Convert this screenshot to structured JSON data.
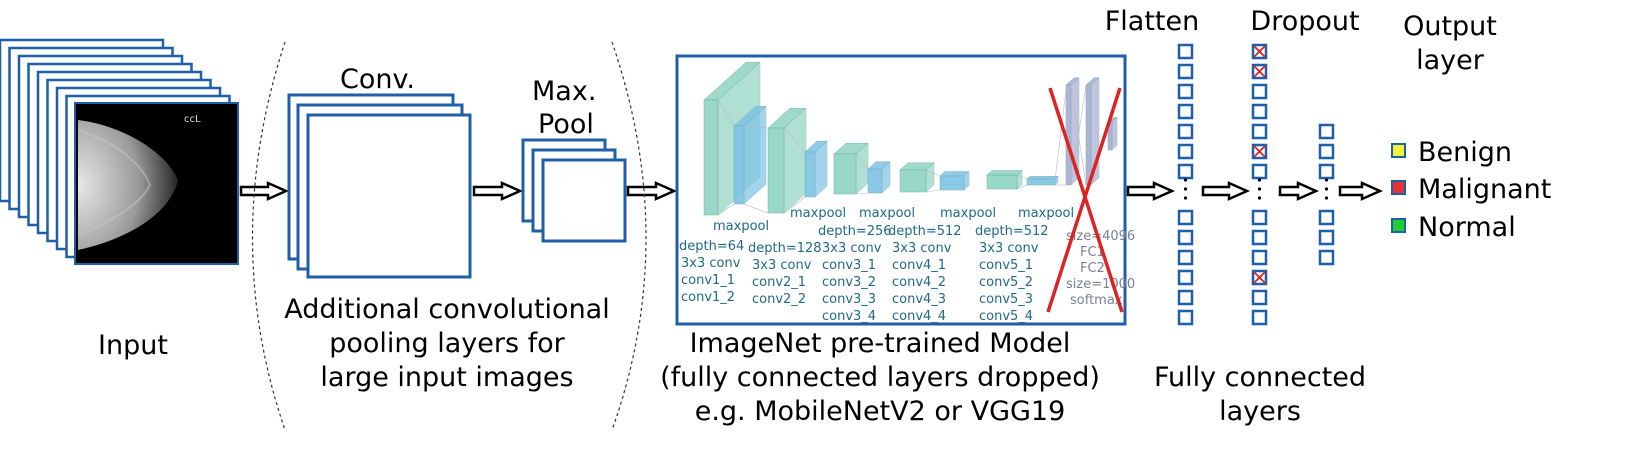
{
  "labels": {
    "input": "Input",
    "conv": "Conv.",
    "max": "Max.",
    "pool": "Pool",
    "additional": [
      "Additional convolutional",
      "pooling layers for",
      "large input images"
    ],
    "imagenet": [
      "ImageNet pre-trained Model",
      "(fully connected layers dropped)",
      "e.g. MobileNetV2 or VGG19"
    ],
    "flatten": "Flatten",
    "dropout": "Dropout",
    "output_layer": [
      "Output",
      "layer"
    ],
    "fully_connected": [
      "Fully connected",
      "layers"
    ]
  },
  "xray_text": "ccL",
  "vgg": {
    "maxpool": "maxpool",
    "block1": [
      "depth=64",
      "3x3 conv",
      "conv1_1",
      "conv1_2"
    ],
    "block2": [
      "depth=128",
      "3x3 conv",
      "conv2_1",
      "conv2_2"
    ],
    "block3": [
      "depth=256",
      "3x3 conv",
      "conv3_1",
      "conv3_2",
      "conv3_3",
      "conv3_4"
    ],
    "block4": [
      "depth=512",
      "3x3 conv",
      "conv4_1",
      "conv4_2",
      "conv4_3",
      "conv4_4"
    ],
    "block5": [
      "depth=512",
      "3x3 conv",
      "conv5_1",
      "conv5_2",
      "conv5_3",
      "conv5_4"
    ],
    "fc": [
      "size=4096",
      "FC1",
      "FC2",
      "size=1000",
      "softmax"
    ]
  },
  "outputs": [
    {
      "label": "Benign",
      "color": "#f2f23a"
    },
    {
      "label": "Malignant",
      "color": "#e53333"
    },
    {
      "label": "Normal",
      "color": "#22cc33"
    }
  ],
  "colors": {
    "box_blue": "#1f5faa",
    "drop_red": "#dd2222",
    "vgg_teal": "#8fd3c1",
    "vgg_blue": "#7ec3e6"
  }
}
